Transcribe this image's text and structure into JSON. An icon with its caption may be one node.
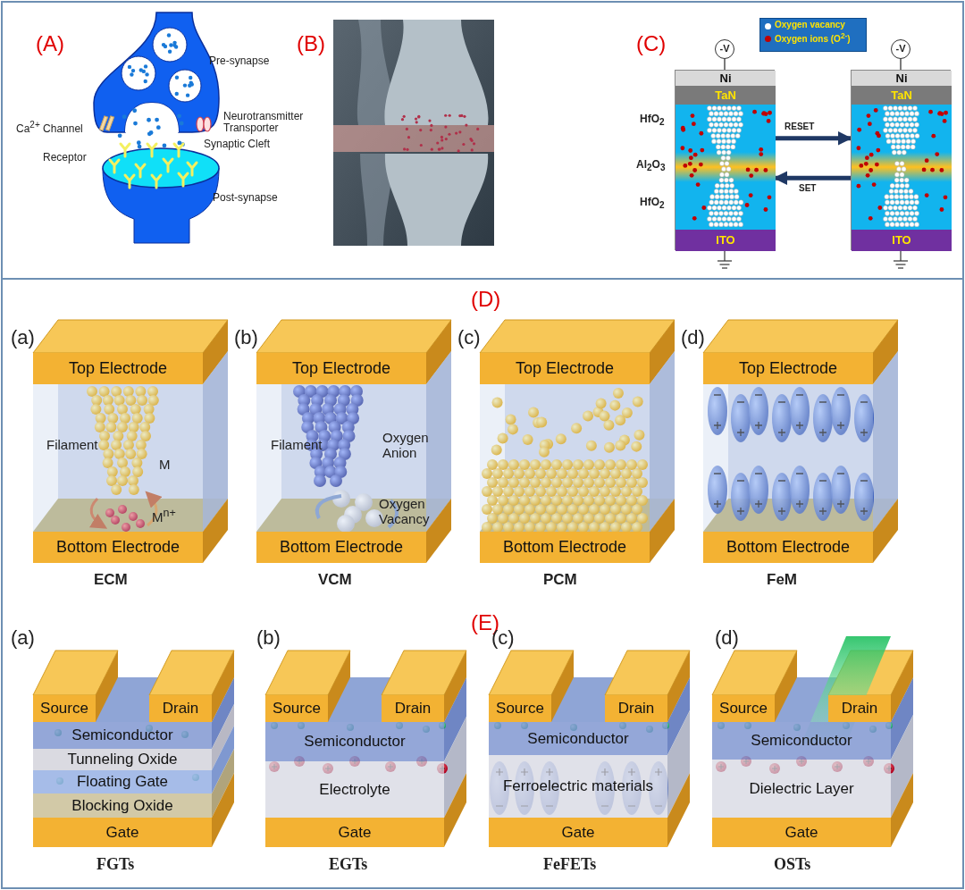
{
  "diagram": {
    "nodes": [
      {
        "text": [
          "-V"
        ]
      },
      {
        "text": [],
        "shape": "box"
      },
      {
        "text": [
          "Ni"
        ],
        "in": 1
      },
      {
        "text": [
          "TaN"
        ],
        "in": 1
      },
      {
        "text": [
          "ITO"
        ],
        "in": 1
      },
      {
        "text": [
          "-V"
        ]
      },
      {
        "text": [],
        "shape": "box"
      },
      {
        "text": [
          "Ni"
        ],
        "in": 6
      },
      {
        "text": [
          "TaN"
        ],
        "in": 6
      },
      {
        "text": [
          "ITO"
        ],
        "in": 6
      },
      {
        "text": [
          "Top Electrode"
        ]
      },
      {
        "text": [
          "Bottom Electrode"
        ]
      },
      {
        "text": [
          "Top Electrode"
        ]
      },
      {
        "text": [
          "Bottom Electrode"
        ]
      },
      {
        "text": [
          "Top Electrode"
        ]
      },
      {
        "text": [
          "Bottom Electrode"
        ]
      },
      {
        "text": [
          "Top Electrode"
        ]
      },
      {
        "text": [
          "Bottom Electrode"
        ]
      },
      {
        "text": [
          "Source"
        ]
      },
      {
        "text": [
          "Drain"
        ]
      },
      {
        "text": [
          "Semiconductor"
        ]
      },
      {
        "text": [
          "Tunneling Oxide"
        ]
      },
      {
        "text": [
          "Floating Gate"
        ]
      },
      {
        "text": [
          "Blocking Oxide"
        ]
      },
      {
        "text": [
          "Gate"
        ]
      },
      {
        "text": [
          "Source"
        ]
      },
      {
        "text": [
          "Drain"
        ]
      },
      {
        "text": [
          "Semiconductor"
        ]
      },
      {
        "text": [
          "Electrolyte"
        ]
      },
      {
        "text": [
          "Gate"
        ]
      },
      {
        "text": [
          "Source"
        ]
      },
      {
        "text": [
          "Drain"
        ]
      },
      {
        "text": [
          "Semiconductor"
        ]
      },
      {
        "text": [
          "Ferroelectric materials"
        ]
      },
      {
        "text": [
          "Gate"
        ]
      },
      {
        "text": [
          "Source"
        ]
      },
      {
        "text": [
          "Drain"
        ]
      },
      {
        "text": [
          "Semiconductor"
        ]
      },
      {
        "text": [
          "Dielectric Layer"
        ]
      },
      {
        "text": [
          "Gate"
        ]
      }
    ],
    "edges": [
      {
        "from": 0,
        "to": 2,
        "arrow": "none"
      },
      {
        "from": 5,
        "to": 7,
        "arrow": "none"
      },
      {
        "from": 1,
        "to": 6,
        "arrow": "to",
        "label": "RESET",
        "style": "thick",
        "color": "#1f3864"
      },
      {
        "from": 6,
        "to": 1,
        "arrow": "to",
        "label": "SET",
        "style": "thick",
        "color": "#1f3864"
      }
    ],
    "labels": [
      "(A)",
      "Pre-synapse",
      "Ca$^{2+}$ Channel",
      "Neurotransmitter Transporter",
      "Synaptic Cleft",
      "Receptor",
      "Post-synapse",
      "(B)",
      "(C)",
      "HfO$_{2}$",
      "Al$_{2}$O$_{3}$",
      "HfO$_{2}$",
      "(D)",
      "(a)",
      "Filament",
      "M",
      "M$^{n+}$",
      "ECM",
      "(b)",
      "Filament",
      "Oxygen Anion",
      "Oxygen Vacancy",
      "VCM",
      "(c)",
      "PCM",
      "(d)",
      "FeM",
      "(E)",
      "(a)",
      "FGTs",
      "(b)",
      "EGTs",
      "(c)",
      "FeFETs",
      "(d)",
      "OSTs"
    ],
    "legend": [
      {
        "text": "Oxygen vacancy",
        "color": "#ffffff"
      },
      {
        "text": "Oxygen ions (O$^{2-}$)",
        "color": "#c00000"
      }
    ]
  }
}
